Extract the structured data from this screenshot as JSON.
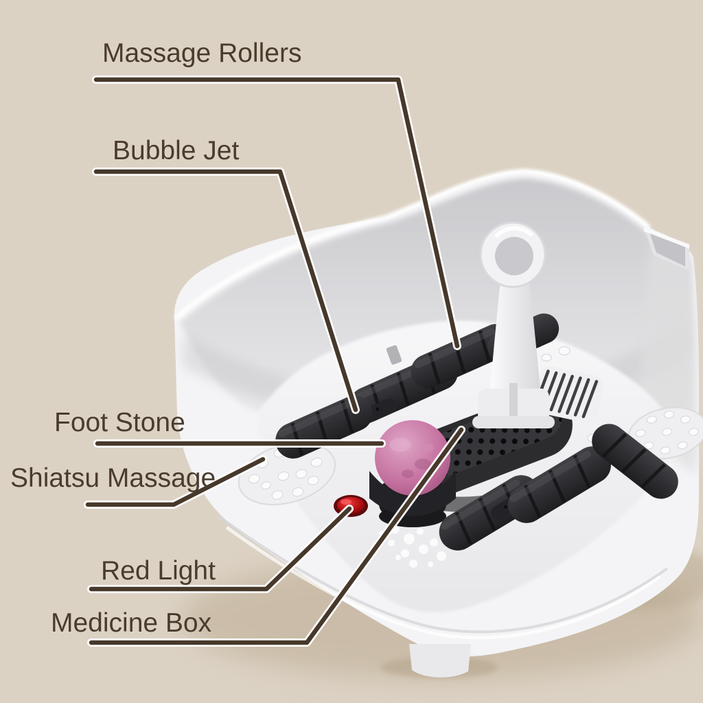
{
  "labels": [
    {
      "id": "massage-rollers",
      "text": "Massage Rollers"
    },
    {
      "id": "bubble-jet",
      "text": "Bubble Jet"
    },
    {
      "id": "foot-stone",
      "text": "Foot Stone"
    },
    {
      "id": "shiatsu-massage",
      "text": "Shiatsu Massage"
    },
    {
      "id": "red-light",
      "text": "Red Light"
    },
    {
      "id": "medicine-box",
      "text": "Medicine Box"
    }
  ],
  "colors": {
    "background": "#dcd2c4",
    "label_text": "#4a3c2c",
    "leader_line": "#46382a",
    "leader_casing": "#ffffff",
    "basin_white": "#f6f6f8",
    "part_black": "#2b2b2e",
    "stone_pink": "#c4719f",
    "light_red": "#c01216"
  }
}
